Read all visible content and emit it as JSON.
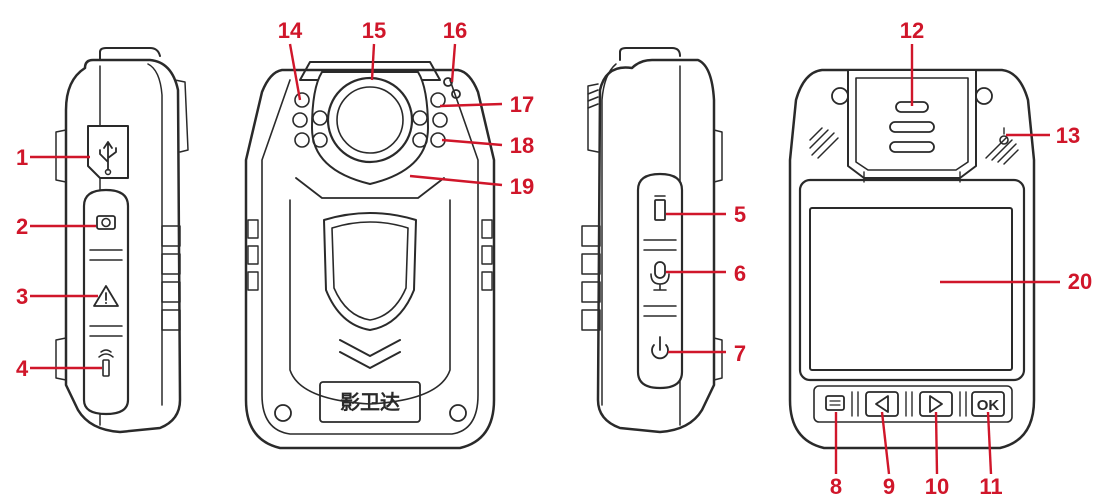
{
  "colors": {
    "callout": "#d0162a",
    "outline": "#2a2a2a",
    "background": "#ffffff"
  },
  "brand_text": "影卫达",
  "views": {
    "left_side": {
      "icons": [
        "usb-icon",
        "camera-icon",
        "warning-icon",
        "infrared-icon"
      ]
    },
    "front": {
      "icons": [
        "lens-icon",
        "ir-led-icon",
        "indicator-light-icon"
      ]
    },
    "right_side": {
      "icons": [
        "video-icon",
        "microphone-icon",
        "power-icon"
      ]
    },
    "back": {
      "icons": [
        "menu-icon",
        "arrow-left-icon",
        "arrow-right-icon",
        "ok-icon",
        "reset-icon"
      ]
    }
  },
  "callouts": [
    "1",
    "2",
    "3",
    "4",
    "5",
    "6",
    "7",
    "8",
    "9",
    "10",
    "11",
    "12",
    "13",
    "14",
    "15",
    "16",
    "17",
    "18",
    "19",
    "20"
  ],
  "back_button_labels": {
    "ok": "OK"
  }
}
